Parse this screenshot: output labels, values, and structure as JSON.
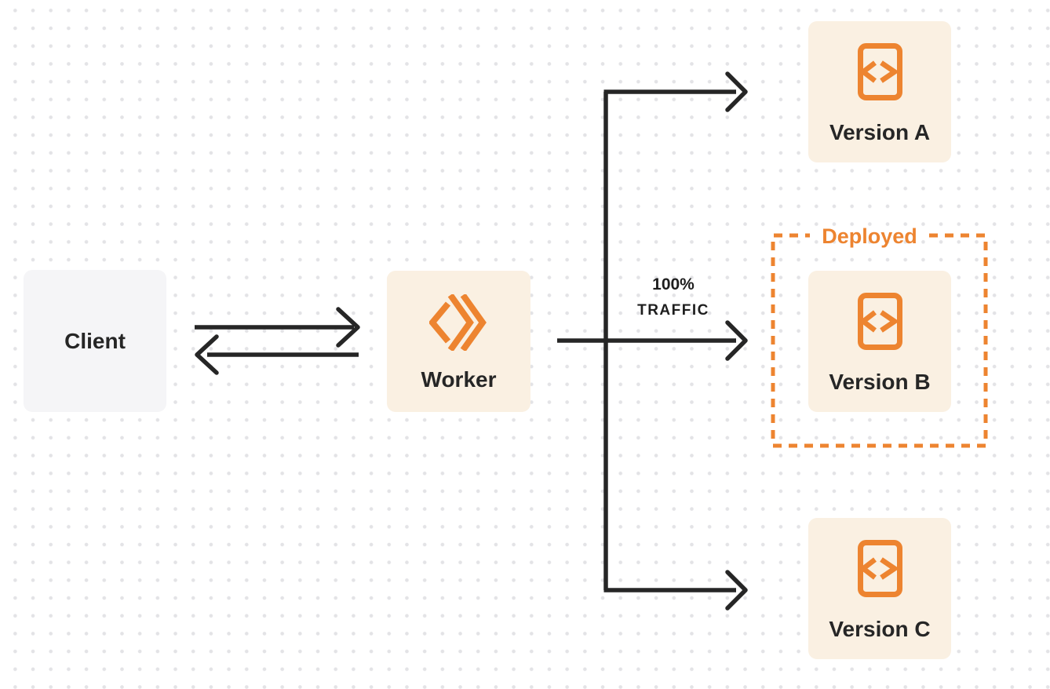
{
  "diagram": {
    "title_hint": "Worker traffic routing between deployed versions",
    "nodes": {
      "client": {
        "label": "Client"
      },
      "worker": {
        "label": "Worker"
      },
      "version_a": {
        "label": "Version A"
      },
      "version_b": {
        "label": "Version B"
      },
      "version_c": {
        "label": "Version C"
      }
    },
    "deployed_box": {
      "label": "Deployed"
    },
    "traffic_label": {
      "line1": "100%",
      "line2": "TRAFFIC"
    },
    "icons": {
      "worker": "cloudflare-workers-logo-icon",
      "versions": "code-file-icon"
    }
  },
  "colors": {
    "accent_orange": "#ED8430",
    "node_cream_bg": "#FAF0E2",
    "client_gray_bg": "#F5F5F7",
    "arrow_black": "#262626",
    "grid_dot_gray": "#E3E3E6",
    "label_dark": "#262626",
    "page_bg": "#FFFFFF"
  }
}
